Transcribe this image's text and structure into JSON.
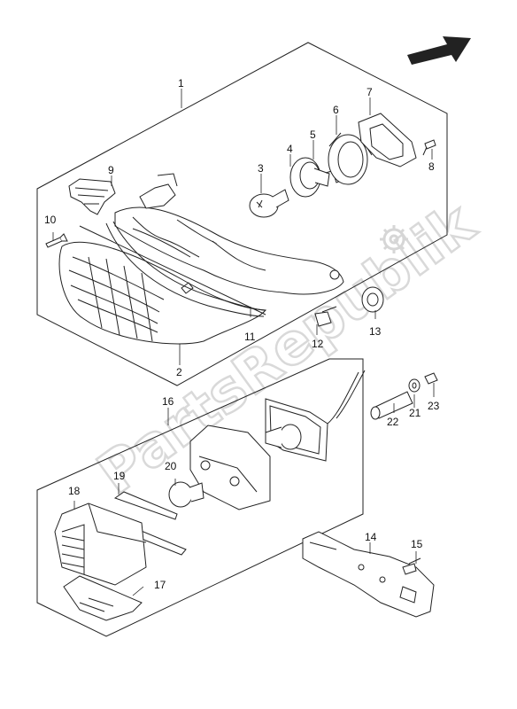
{
  "watermark": "PartsRepublik",
  "callouts": {
    "c1": "1",
    "c2": "2",
    "c3": "3",
    "c4": "4",
    "c5": "5",
    "c6": "6",
    "c7": "7",
    "c8": "8",
    "c9": "9",
    "c10": "10",
    "c11": "11",
    "c12": "12",
    "c13": "13",
    "c14": "14",
    "c15": "15",
    "c16": "16",
    "c17": "17",
    "c18": "18",
    "c19": "19",
    "c20": "20",
    "c21": "21",
    "c22": "22",
    "c23": "23"
  },
  "icons": {
    "direction": "arrow-icon",
    "watermark_logo": "gear-icon"
  }
}
